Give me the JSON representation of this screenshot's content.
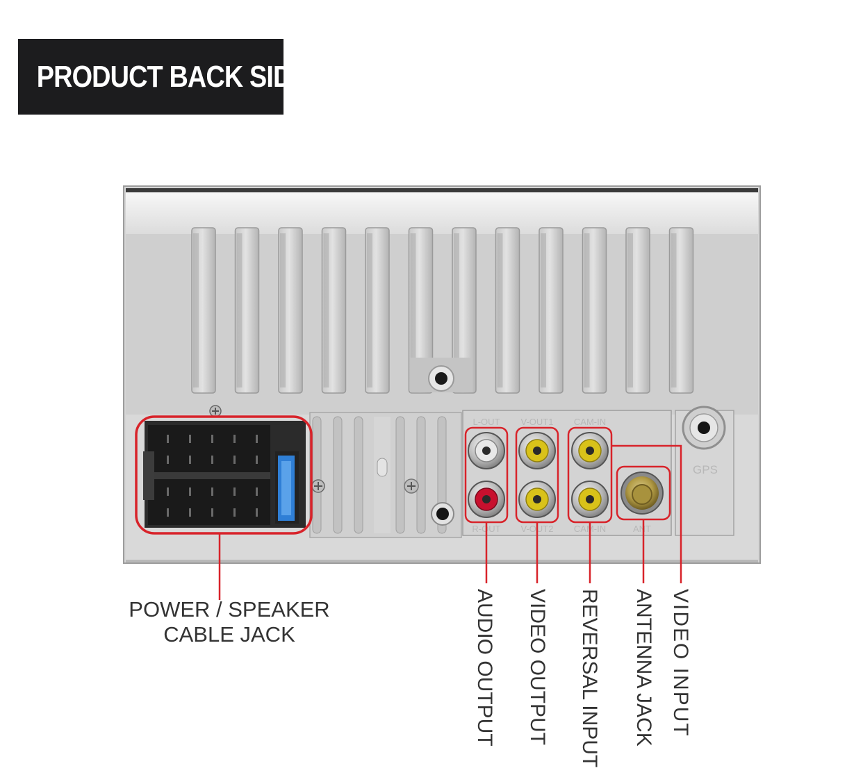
{
  "title": "PRODUCT BACK SIDE",
  "callouts": {
    "power_line1": "POWER / SPEAKER",
    "power_line2": "CABLE JACK",
    "audio_output": "AUDIO OUTPUT",
    "video_output": "VIDEO OUTPUT",
    "reversal_input": "REVERSAL INPUT",
    "antenna_jack": "ANTENNA JACK",
    "video_input": "VIDEO INPUT"
  },
  "panel_labels": {
    "l_out": "L-OUT",
    "v_out1": "V-OUT1",
    "cam_in_top": "CAM-IN",
    "r_out": "R-OUT",
    "v_out2": "V-OUT2",
    "cam_in_bottom": "CAM-IN",
    "ant": "ANT",
    "gps": "GPS"
  },
  "colors": {
    "highlight": "#d8232a",
    "rca_red": "#c8102e",
    "rca_yellow": "#d9c21a",
    "rca_white": "#e8e8e8",
    "fuse_blue": "#2f7fd6"
  }
}
